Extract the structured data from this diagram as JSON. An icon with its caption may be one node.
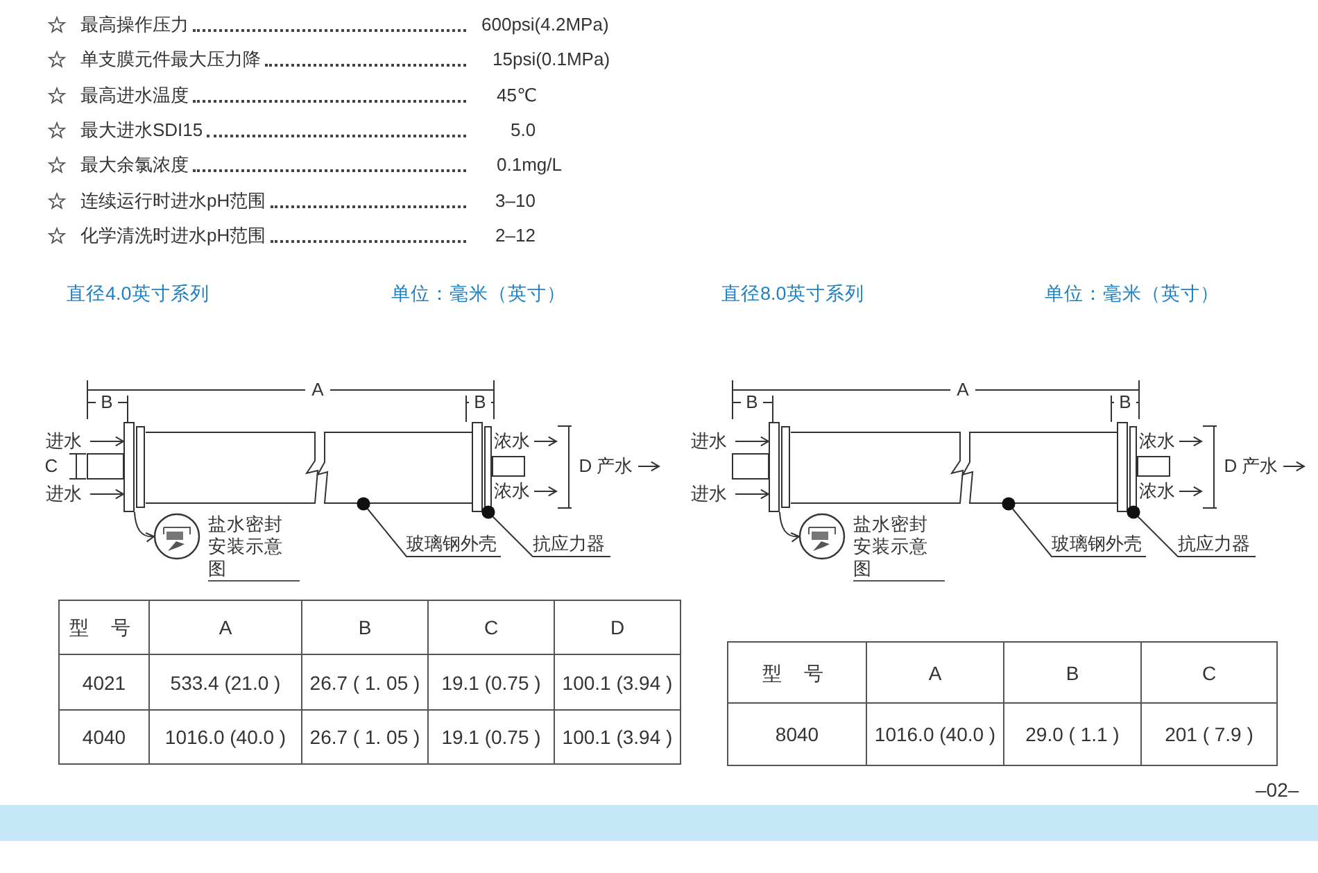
{
  "diagram": {
    "nodes": [
      {
        "text": [
          "进水"
        ]
      },
      {
        "text": [
          "进水"
        ]
      },
      {
        "text": [
          "浓水"
        ]
      },
      {
        "text": [
          "产水"
        ]
      },
      {
        "text": [
          "浓水"
        ]
      },
      {
        "text": [],
        "shape": "bar"
      },
      {
        "text": [],
        "shape": "picture",
        "beside": [
          "盐水密封安装示意图"
        ]
      },
      {
        "text": [],
        "shape": "cylinder"
      },
      {
        "text": [],
        "shape": "bar"
      },
      {
        "text": [
          "玻璃钢外壳"
        ]
      },
      {
        "text": [
          "抗应力器"
        ]
      },
      {
        "text": [
          "进水"
        ]
      },
      {
        "text": [
          "进水"
        ]
      },
      {
        "text": [
          "浓水"
        ]
      },
      {
        "text": [
          "产水"
        ]
      },
      {
        "text": [
          "浓水"
        ]
      },
      {
        "text": [],
        "shape": "bar"
      },
      {
        "text": [],
        "shape": "picture",
        "beside": [
          "盐水密封安装示意图"
        ]
      },
      {
        "text": [],
        "shape": "cylinder"
      },
      {
        "text": [],
        "shape": "bar"
      },
      {
        "text": [
          "玻璃钢外壳"
        ]
      },
      {
        "text": [
          "抗应力器"
        ]
      }
    ],
    "edges": [
      {
        "from": 0,
        "to": 5,
        "arrow": "to"
      },
      {
        "from": 1,
        "to": 5,
        "arrow": "to"
      },
      {
        "from": 2,
        "to": null,
        "arrow": "to"
      },
      {
        "from": 3,
        "to": null,
        "arrow": "to"
      },
      {
        "from": 4,
        "to": null,
        "arrow": "to"
      },
      {
        "from": 5,
        "to": 6,
        "arrow": "to"
      },
      {
        "from": 9,
        "to": 7,
        "arrow": "other"
      },
      {
        "from": 10,
        "to": 8,
        "arrow": "other"
      },
      {
        "from": 11,
        "to": 16,
        "arrow": "to"
      },
      {
        "from": 12,
        "to": 16,
        "arrow": "to"
      },
      {
        "from": 13,
        "to": null,
        "arrow": "to"
      },
      {
        "from": 14,
        "to": null,
        "arrow": "to"
      },
      {
        "from": 15,
        "to": null,
        "arrow": "to"
      },
      {
        "from": 16,
        "to": 17,
        "arrow": "to"
      },
      {
        "from": 20,
        "to": 18,
        "arrow": "other"
      },
      {
        "from": 21,
        "to": 19,
        "arrow": "other"
      }
    ],
    "labels": [
      "最高操作压力",
      "600psi(4.2MPa)",
      "单支膜元件最大压力降",
      "15psi(0.1MPa)",
      "最高进水温度",
      "45℃",
      "最大进水SDI15",
      "5.0",
      "最大余氯浓度",
      "0.1mg/L",
      "连续运行时进水pH范围",
      "3–10",
      "化学清洗时进水pH范围",
      "2–12",
      "直径4.0英寸系列",
      "单位：毫米（英寸）",
      "直径8.0英寸系列",
      "单位：毫米（英寸）",
      "A",
      "B",
      "B",
      "C",
      "D",
      "A",
      "B",
      "B",
      "D",
      "型 号",
      "A",
      "B",
      "C",
      "D",
      "4021",
      "533.4 (21.0 )",
      "26.7 ( 1. 05 )",
      "19.1 (0.75 )",
      "100.1 (3.94 )",
      "4040",
      "1016.0 (40.0 )",
      "26.7 ( 1. 05 )",
      "19.1 (0.75 )",
      "100.1 (3.94 )",
      "型 号",
      "A",
      "B",
      "C",
      "8040",
      "1016.0 (40.0 )",
      "29.0 ( 1.1 )",
      "201 ( 7.9 )",
      "–02–"
    ]
  }
}
